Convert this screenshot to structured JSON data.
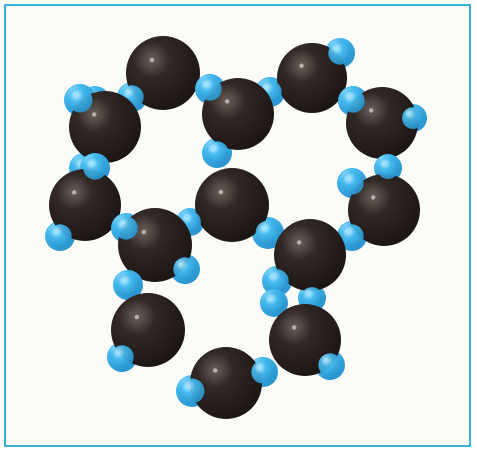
{
  "figure": {
    "subject": "molecule-cluster",
    "colors": {
      "frame": "#3ab0dd",
      "background": "#fbfbf8",
      "oxygen": "#2a2220",
      "oxygen_highlight": "#5a504c",
      "hydrogen": "#3ab4ea",
      "hydrogen_highlight": "#9be0ff"
    },
    "atom_types": [
      "oxygen",
      "hydrogen"
    ]
  }
}
